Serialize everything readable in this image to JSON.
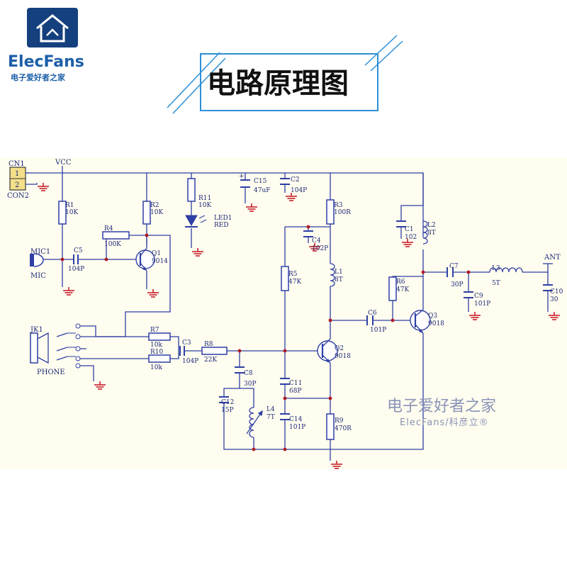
{
  "brand": {
    "name": "ElecFans",
    "tagline": "电子爱好者之家",
    "logo_color": "#1d5fa8"
  },
  "title": "电路原理图",
  "watermark": {
    "line1": "电子爱好者之家",
    "line2": "ElecFans/科彦立®"
  },
  "colors": {
    "wire": "#2f3fa5",
    "ground": "#c8202a",
    "panel": "#fffdef",
    "connector": "#f4e08a"
  },
  "labels": {
    "cn1": "CN1",
    "con2": "CON2",
    "pin1": "1",
    "pin2": "2",
    "vcc": "VCC",
    "ant": "ANT",
    "mic": "MIC1",
    "mic_sub": "MIC",
    "jk": "JK1",
    "phone": "PHONE"
  },
  "components": {
    "r1": {
      "ref": "R1",
      "val": "10K"
    },
    "r2": {
      "ref": "R2",
      "val": "10K"
    },
    "r3": {
      "ref": "R3",
      "val": "100R"
    },
    "r4": {
      "ref": "R4",
      "val": "100K"
    },
    "r5": {
      "ref": "R5",
      "val": "47K"
    },
    "r6": {
      "ref": "R6",
      "val": "47K"
    },
    "r7": {
      "ref": "R7",
      "val": "10k"
    },
    "r8": {
      "ref": "R8",
      "val": "22K"
    },
    "r9": {
      "ref": "R9",
      "val": "470R"
    },
    "r10": {
      "ref": "R10",
      "val": "10k"
    },
    "r11": {
      "ref": "R11",
      "val": "10K"
    },
    "led1": {
      "ref": "LED1",
      "val": "RED"
    },
    "c1": {
      "ref": "C1",
      "val": "102"
    },
    "c2": {
      "ref": "C2",
      "val": "104P"
    },
    "c3": {
      "ref": "C3",
      "val": "104P"
    },
    "c4": {
      "ref": "C4",
      "val": "102P"
    },
    "c5": {
      "ref": "C5",
      "val": "104P"
    },
    "c6": {
      "ref": "C6",
      "val": "101P"
    },
    "c7": {
      "ref": "C7",
      "val": "30P"
    },
    "c8": {
      "ref": "C8",
      "val": "30P"
    },
    "c9": {
      "ref": "C9",
      "val": "101P"
    },
    "c10": {
      "ref": "C10",
      "val": "30"
    },
    "c11": {
      "ref": "C11",
      "val": "68P"
    },
    "c12": {
      "ref": "C12",
      "val": "15P"
    },
    "c14": {
      "ref": "C14",
      "val": "101P"
    },
    "c15": {
      "ref": "C15",
      "val": "47uF"
    },
    "l1": {
      "ref": "L1",
      "val": "8T"
    },
    "l2": {
      "ref": "L2",
      "val": "8T"
    },
    "l3": {
      "ref": "L3",
      "val": "5T"
    },
    "l4": {
      "ref": "L4",
      "val": "7T"
    },
    "q1": {
      "ref": "Q1",
      "val": "9014"
    },
    "q2": {
      "ref": "Q2",
      "val": "9018"
    },
    "q3": {
      "ref": "Q3",
      "val": "9018"
    }
  }
}
